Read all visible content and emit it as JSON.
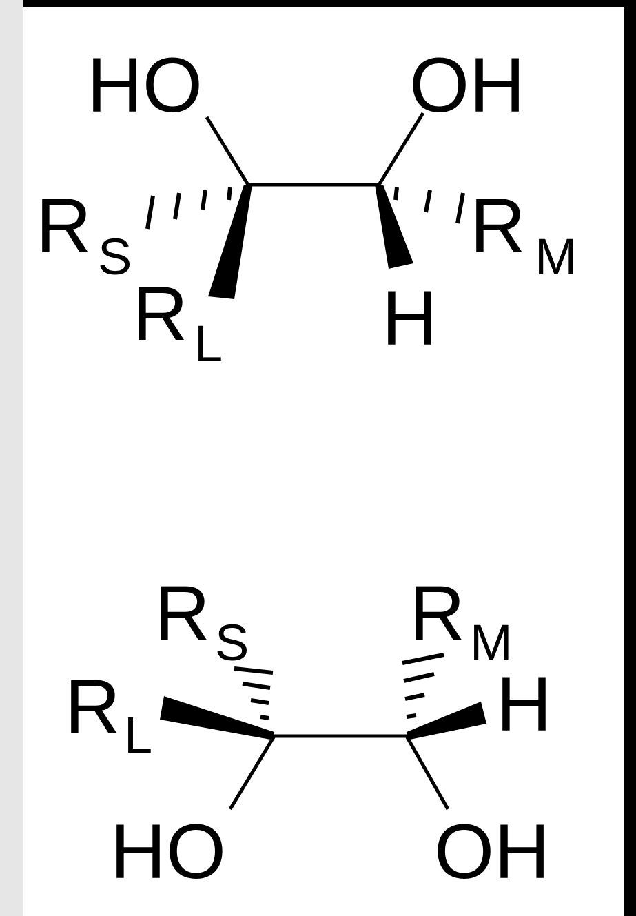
{
  "colors": {
    "frame": "#000000",
    "left_strip": "#e6e6e6",
    "canvas": "#ffffff",
    "ink": "#000000"
  },
  "top_structure": {
    "ho_left": "HO",
    "oh_right": "OH",
    "rs": {
      "main": "R",
      "sub": "S"
    },
    "rl": {
      "main": "R",
      "sub": "L"
    },
    "rm": {
      "main": "R",
      "sub": "M"
    },
    "h": "H"
  },
  "bottom_structure": {
    "rs": {
      "main": "R",
      "sub": "S"
    },
    "rm": {
      "main": "R",
      "sub": "M"
    },
    "rl": {
      "main": "R",
      "sub": "L"
    },
    "h": "H",
    "ho_left": "HO",
    "oh_right": "OH"
  }
}
